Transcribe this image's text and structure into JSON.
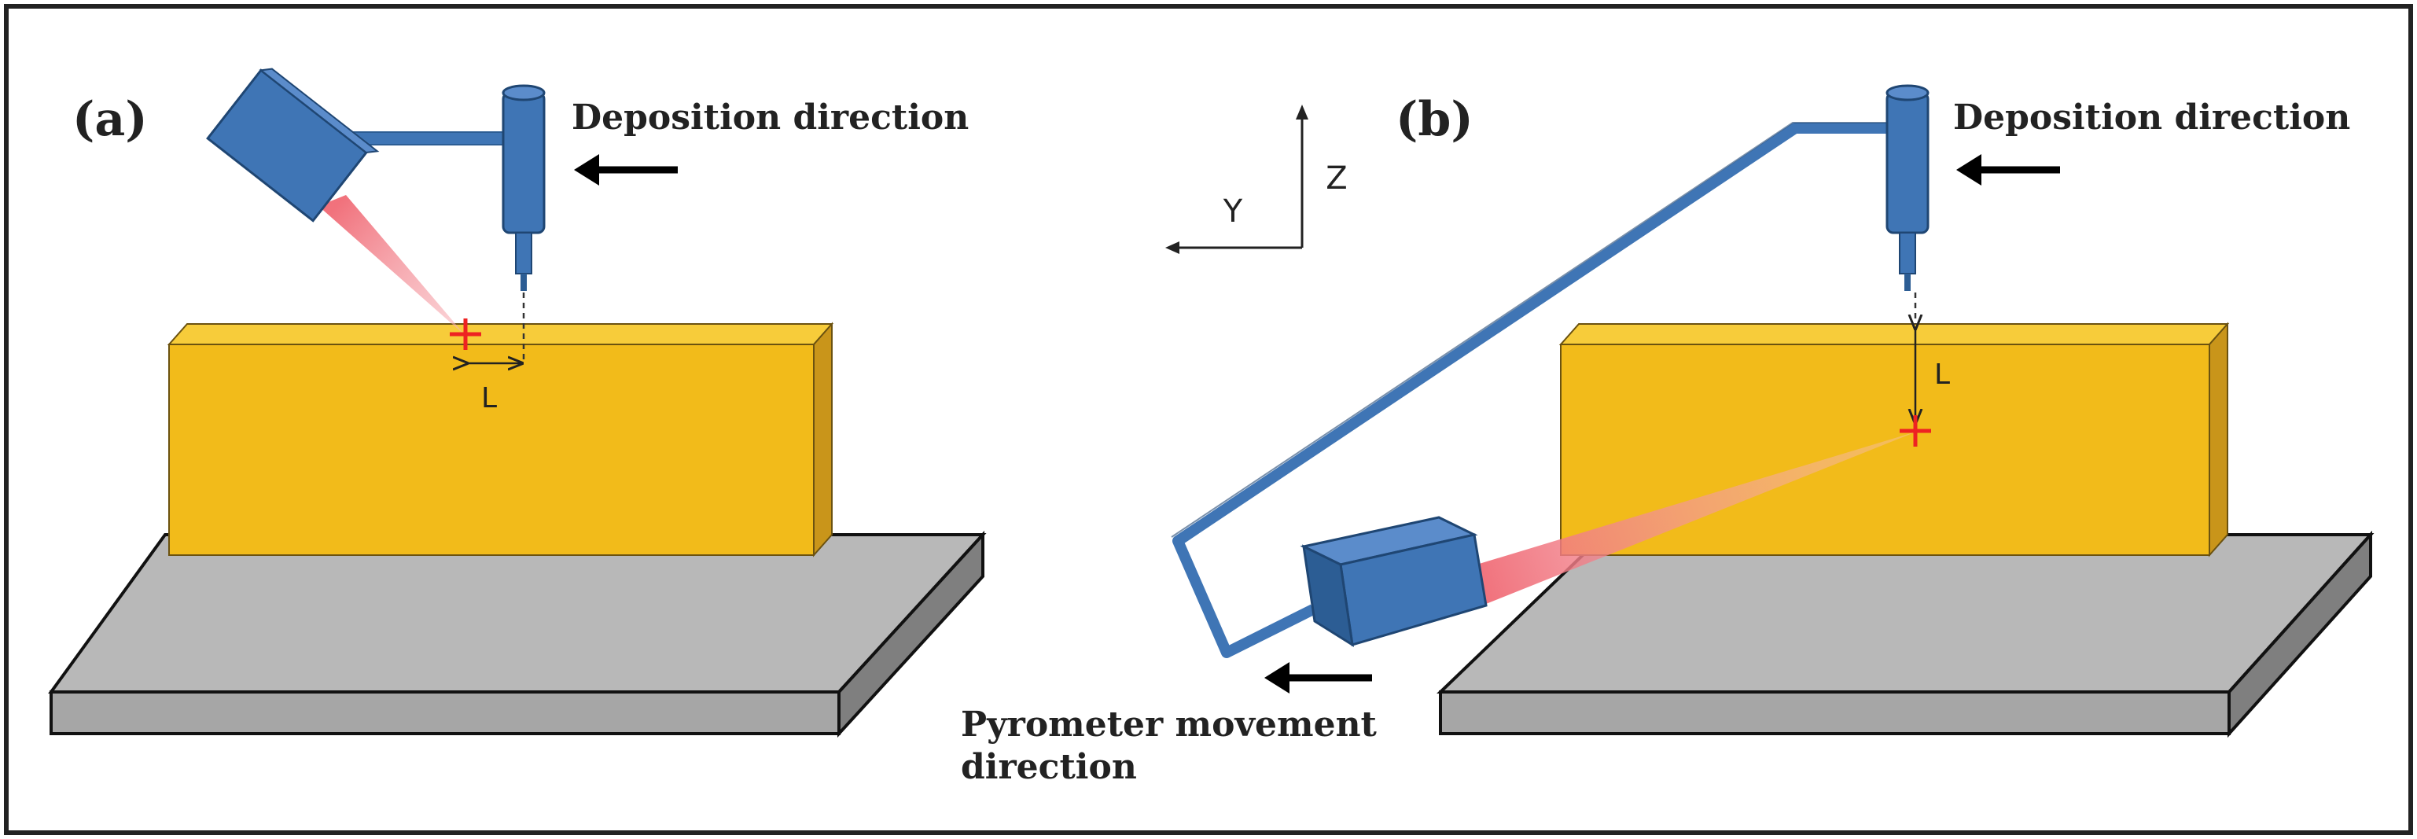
{
  "panels": {
    "a": {
      "label": "(a)",
      "deposition_label": "Deposition direction",
      "offset_label": "L"
    },
    "b": {
      "label": "(b)",
      "deposition_label": "Deposition direction",
      "offset_label": "L",
      "pyrometer_label_line1": "Pyrometer movement",
      "pyrometer_label_line2": "direction"
    }
  },
  "axes": {
    "y_label": "Y",
    "z_label": "Z"
  },
  "colors": {
    "wall_front": "#f2bb1a",
    "wall_top": "#f7cc3a",
    "wall_side": "#c9951a",
    "plate_top": "#b8b8b8",
    "plate_front": "#a6a6a6",
    "plate_side": "#7f7f7f",
    "equipment": "#3f75b5",
    "equipment_dark": "#2c5d94",
    "laser_spot": "#ee2222",
    "beam": "#f06a75",
    "arrow": "#000000"
  }
}
